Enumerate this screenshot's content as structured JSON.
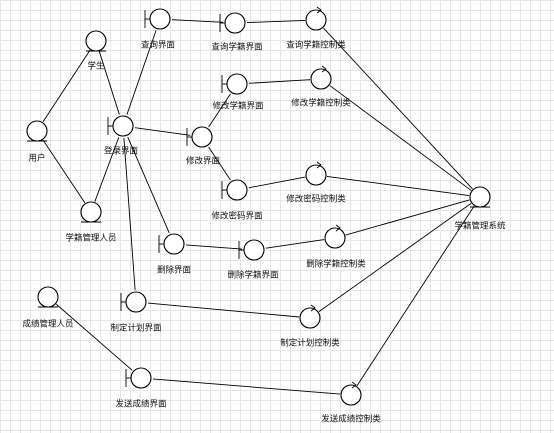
{
  "diagram": {
    "nodes": [
      {
        "id": "student",
        "type": "entity",
        "label": "学生"
      },
      {
        "id": "user",
        "type": "entity",
        "label": "用户"
      },
      {
        "id": "admin",
        "type": "entity",
        "label": "学籍管理人员"
      },
      {
        "id": "grade_admin",
        "type": "entity",
        "label": "成绩管理人员"
      },
      {
        "id": "login_ui",
        "type": "boundary",
        "label": "登录界面"
      },
      {
        "id": "query_ui",
        "type": "boundary",
        "label": "查询界面"
      },
      {
        "id": "query_record_ui",
        "type": "boundary",
        "label": "查询学籍界面"
      },
      {
        "id": "query_record_ctrl",
        "type": "control",
        "label": "查询学籍控制类"
      },
      {
        "id": "edit_record_ui",
        "type": "boundary",
        "label": "修改学籍界面"
      },
      {
        "id": "edit_record_ctrl",
        "type": "control",
        "label": "修改学籍控制类"
      },
      {
        "id": "edit_ui",
        "type": "boundary",
        "label": "修改界面"
      },
      {
        "id": "edit_pwd_ui",
        "type": "boundary",
        "label": "修改密码界面"
      },
      {
        "id": "edit_pwd_ctrl",
        "type": "control",
        "label": "修改密码控制类"
      },
      {
        "id": "delete_ui",
        "type": "boundary",
        "label": "删除界面"
      },
      {
        "id": "delete_record_ui",
        "type": "boundary",
        "label": "删除学籍界面"
      },
      {
        "id": "delete_record_ctrl",
        "type": "control",
        "label": "删除学籍控制类"
      },
      {
        "id": "plan_ui",
        "type": "boundary",
        "label": "制定计划界面"
      },
      {
        "id": "plan_ctrl",
        "type": "control",
        "label": "制定计划控制类"
      },
      {
        "id": "send_grade_ui",
        "type": "boundary",
        "label": "发送成绩界面"
      },
      {
        "id": "send_grade_ctrl",
        "type": "control",
        "label": "发送成绩控制类"
      },
      {
        "id": "system",
        "type": "entity",
        "label": "学籍管理系统"
      }
    ],
    "edges": [
      [
        "student",
        "user"
      ],
      [
        "student",
        "login_ui"
      ],
      [
        "user",
        "admin"
      ],
      [
        "login_ui",
        "admin"
      ],
      [
        "login_ui",
        "query_ui"
      ],
      [
        "login_ui",
        "edit_ui"
      ],
      [
        "login_ui",
        "delete_ui"
      ],
      [
        "login_ui",
        "plan_ui"
      ],
      [
        "query_ui",
        "query_record_ui"
      ],
      [
        "query_record_ui",
        "query_record_ctrl"
      ],
      [
        "query_record_ctrl",
        "system"
      ],
      [
        "edit_ui",
        "edit_record_ui"
      ],
      [
        "edit_ui",
        "edit_pwd_ui"
      ],
      [
        "edit_record_ui",
        "edit_record_ctrl"
      ],
      [
        "edit_record_ctrl",
        "system"
      ],
      [
        "edit_pwd_ui",
        "edit_pwd_ctrl"
      ],
      [
        "edit_pwd_ctrl",
        "system"
      ],
      [
        "delete_ui",
        "delete_record_ui"
      ],
      [
        "delete_record_ui",
        "delete_record_ctrl"
      ],
      [
        "delete_record_ctrl",
        "system"
      ],
      [
        "plan_ui",
        "plan_ctrl"
      ],
      [
        "plan_ctrl",
        "system"
      ],
      [
        "grade_admin",
        "send_grade_ui"
      ],
      [
        "send_grade_ui",
        "send_grade_ctrl"
      ],
      [
        "send_grade_ctrl",
        "system"
      ]
    ]
  }
}
